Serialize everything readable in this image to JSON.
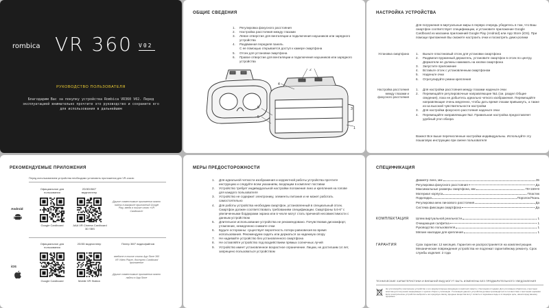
{
  "cover": {
    "brand": "rombica",
    "model": "VR 360",
    "version": "V02",
    "title": "РУКОВОДСТВО ПОЛЬЗОВАТЕЛЯ",
    "intro": "Благодарим Вас за покупку устройства Rombica VR360 V02. Перед эксплуатацией внимательно прочтите это руководство и сохраните его для использования в дальнейшем"
  },
  "general": {
    "title": "ОБЩИЕ СВЕДЕНИЯ",
    "items": [
      {
        "n": "1.",
        "t": "Регулировка фокусного расстояния"
      },
      {
        "n": "2.",
        "t": "Настройка расстояния между глазами"
      },
      {
        "n": "3.",
        "t": "Левое отверстие для вентиляции и подключения наушников или зарядного устройства"
      },
      {
        "n": "4.",
        "t": "Раздвижная передняя панель"
      },
      {
        "n": "",
        "t": "С ее помощью открывается доступ к камере смартфона"
      },
      {
        "n": "5.",
        "t": "Отсек для установки смартфона"
      },
      {
        "n": "6.",
        "t": "Правое отверстие для вентиляции и подключения наушников или зарядного устройства"
      }
    ],
    "callouts": [
      "1",
      "2",
      "3",
      "4",
      "5",
      "6"
    ]
  },
  "setup": {
    "title": "НАСТРОЙКА УСТРОЙСТВА",
    "intro": "Для погружения в виртуальные миры в первую очередь убедитесь в том, что Ваш смартфон соответствует спецификации, и установите приложение Google Cardboard из магазина приложений Google Play (Android) или App Store (iOS). При помощи приложения Вы сможете настроить очки и посмотреть демо-ролики",
    "install_label": "Установка смартфона",
    "install_items": [
      {
        "n": "1.",
        "t": "Выньте пластиковый отсек для установки смартфона"
      },
      {
        "n": "2.",
        "t": "Раздвигая пружинный держатель, установите смартфон в отсек по центру. Держатели не должны нажимать на кнопки смартфона"
      },
      {
        "n": "3.",
        "t": "Запустите приложение"
      },
      {
        "n": "4.",
        "t": "Вставьте отсек с установленным смартфоном"
      },
      {
        "n": "5.",
        "t": "Наденьте очки"
      },
      {
        "n": "6.",
        "t": "Отрегулируйте ремни крепления"
      }
    ],
    "adjust_label": "Настройка расстояния между глазами и фокусного расстояния",
    "adjust_items": [
      {
        "n": "1.",
        "t": "Для настройки расстояния между глазами наденьте очки"
      },
      {
        "n": "2.",
        "t": "Перемещайте регулировочные направляющие №1 (см. раздел Общие сведения), пока не добьетесь идеально четкого изображения. Перемещайте направляющие очень медленно, чтобы дать время глазам привыкнуть, а также из-за высокой чувствительности настройки"
      },
      {
        "n": "3.",
        "t": "Для настройки фокусного расстояния наденьте очки"
      },
      {
        "n": "4.",
        "t": "Перемещайте направляющие №2. Правильная настройка предоставляет удобный угол обзора"
      }
    ],
    "note": "Важно! Все выше перечисленные настройки индивидуальны. Используйте эту пошаговую инструкцию при смене пользователя"
  },
  "apps": {
    "title": "РЕКОМЕНДУЕМЫЕ ПРИЛОЖЕНИЯ",
    "topnote": "Перед использованием устройства необходимо установить приложения для VR-очков:",
    "android": {
      "label": "Android",
      "col1": "Официальное для пользования",
      "col2": "2D/3D/360° видеоплеер",
      "note": "Другие совместимые приложения можно найти в магазине приложений Google Play, введя в поиске слово «VR Cardboard»",
      "qr1": "Google Cardboard",
      "qr2": "AAA VR Cinema Cardboard 3D SBS"
    },
    "ios": {
      "label": "iOS",
      "col1": "Официальное для пользования",
      "col2": "2D/3D видеоплеер",
      "col3": "Плеер 360° видеофайлов",
      "note1": "Другие совместимые приложения можно найти в App Store",
      "note2": "введите в поиске список App Store 360 VR Video Player, доступно Cardboard приложение",
      "qr1": "Google Cardboard",
      "qr2": "Mobile VR Station"
    }
  },
  "warnings": {
    "title": "МЕРЫ ПРЕДОСТОРОЖНОСТИ",
    "items": [
      {
        "n": "1.",
        "t": "Для идеальной четкости изображения и корректной работы устройства прочтите инструкцию и следуйте всем указаниям, входящим в комплект поставки"
      },
      {
        "n": "2.",
        "t": "Устройство требует индивидуальной настройки положения линз и крепления на голове для каждого пользователя"
      },
      {
        "n": "3.",
        "t": "Устройство не содержит электронику, элементы питания и не может работать самостоятельно"
      },
      {
        "n": "4.",
        "t": "Для работы устройства необходим смартфон, установленный в специальный отсек. Смартфон должен соответствовать требованиям спецификации. Смартфоны 5.6-6\" с увеличенными бордюрами экрана или в чехле могут стать причиной несовместимости с данным устройством"
      },
      {
        "n": "5.",
        "t": "Длительное использование устройства не рекомендовано. Почувствовав дискомфорт, утомление, немедленно снимите очки"
      },
      {
        "n": "6.",
        "t": "Будьте осторожны: существует вероятность потери равновесия во время использования. Рекомендуем сидеть или держаться за надежную опору"
      },
      {
        "n": "7.",
        "t": "Не надевайте устройство без установленного смартфона"
      },
      {
        "n": "8.",
        "t": "Не оставляйте устройство под воздействием прямых солнечных лучей"
      },
      {
        "n": "9.",
        "t": "Устройство имеет установленное возрастное ограничение. Лицам, не достигшим 14 лет, запрещено пользоваться устройством"
      }
    ]
  },
  "specs": {
    "title": "СПЕЦИФИКАЦИЯ",
    "rows": [
      {
        "k": "Диаметр линз, мм",
        "v": "35"
      },
      {
        "k": "Регулировка фокусного расстояния",
        "v": "Да"
      },
      {
        "k": "Максимальные размеры смартфона, мм",
        "v": "79×159×9"
      },
      {
        "k": "Материал корпуса",
        "v": "Пластик"
      },
      {
        "k": "Подкладка",
        "v": "Поролон/Ткань"
      },
      {
        "k": "Регулировка меж линзового расстояния",
        "v": "Да"
      },
      {
        "k": "Система фиксации смартфона",
        "v": "Да"
      }
    ],
    "kit_label": "КОМПЛЕКТАЦИЯ",
    "kit_rows": [
      {
        "k": "Шлем виртуальной реальности",
        "v": "1"
      },
      {
        "k": "Очищающая салфетка",
        "v": "1"
      },
      {
        "k": "Руководство пользователя",
        "v": "1"
      },
      {
        "k": "Мягкие накладки для крепления",
        "v": "1"
      }
    ],
    "warranty_label": "ГАРАНТИЯ",
    "warranty_text": "Срок гарантии: 12 месяцев. Гарантия не распространяется на комплектующие. Механические повреждения устройства не подлежат гарантийному ремонту. Срок службы изделия: 2 года",
    "bottom_note": "ТЕХНИЧЕСКИЕ ХАРАКТЕРИСТИКИ И ВНЕШНИЙ ВИД МОГУТ БЫТЬ ИЗМЕНЕНЫ БЕЗ ПРЕДВАРИТЕЛЬНОГО УВЕДОМЛЕНИЯ",
    "fineprint": "Не утилизируйте электронное устройство и его аккумуляторные (входящие в комплект) вместе с бытовыми отходами. Для утилизации обратитесь к местным властям для получения информации о пунктах сбора и утилизации. Утилизация данного устройства должна производиться в соответствии с местными нормами. Если электрическое устройство выбросить на городскую свалку, вредные вещества могут попасть в подземные воды и в пищевую цепь, нанося вред вашему здоровью"
  }
}
